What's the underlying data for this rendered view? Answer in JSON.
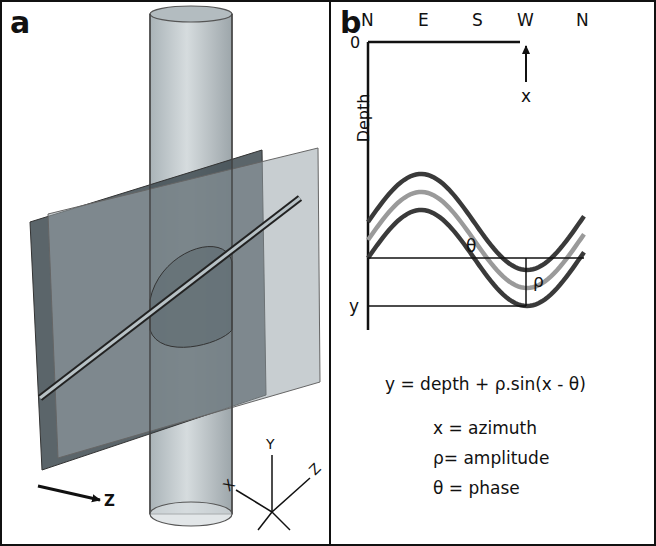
{
  "diagram": {
    "labels": [
      "a",
      "b",
      "N",
      "E",
      "S",
      "W",
      "N",
      "0",
      "Depth",
      "x",
      "θ",
      "ρ",
      "y",
      "y = depth + ρ.sin(x - θ)",
      "x = azimuth",
      "ρ= amplitude",
      "θ = phase",
      "Z",
      "Y",
      "X",
      "Z"
    ]
  }
}
